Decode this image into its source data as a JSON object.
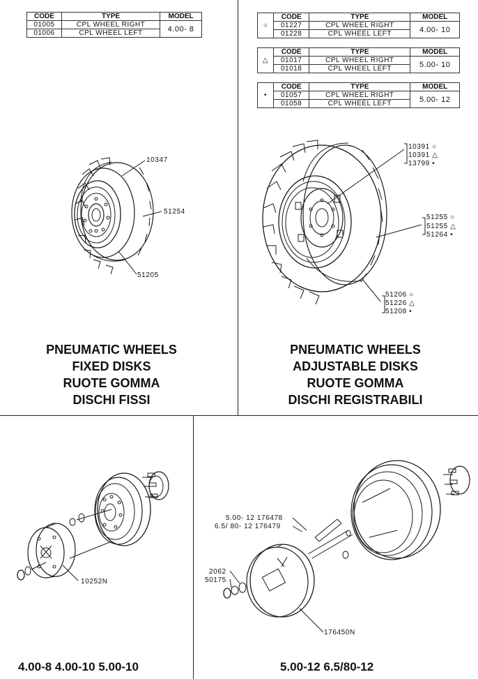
{
  "top_left_table": {
    "headers": [
      "CODE",
      "TYPE",
      "MODEL"
    ],
    "rows": [
      {
        "code": "01005",
        "type": "CPL  WHEEL  RIGHT"
      },
      {
        "code": "01006",
        "type": "CPL  WHEEL  LEFT"
      }
    ],
    "model": "4.00- 8"
  },
  "top_right_tables": [
    {
      "symbol": "○",
      "headers": [
        "CODE",
        "TYPE",
        "MODEL"
      ],
      "rows": [
        {
          "code": "01227",
          "type": "CPL  WHEEL  RIGHT"
        },
        {
          "code": "01228",
          "type": "CPL  WHEEL  LEFT"
        }
      ],
      "model": "4.00- 10"
    },
    {
      "symbol": "△",
      "headers": [
        "CODE",
        "TYPE",
        "MODEL"
      ],
      "rows": [
        {
          "code": "01017",
          "type": "CPL  WHEEL  RIGHT"
        },
        {
          "code": "01018",
          "type": "CPL  WHEEL  LEFT"
        }
      ],
      "model": "5.00- 10"
    },
    {
      "symbol": "•",
      "headers": [
        "CODE",
        "TYPE",
        "MODEL"
      ],
      "rows": [
        {
          "code": "01057",
          "type": "CPL  WHEEL  RIGHT"
        },
        {
          "code": "01058",
          "type": "CPL  WHEEL  LEFT"
        }
      ],
      "model": "5.00- 12"
    }
  ],
  "fixed_wheel_callouts": [
    "10347",
    "51254",
    "51205"
  ],
  "adjustable_wheel_callouts": {
    "hub": [
      "10391 ○",
      "10391 △",
      "13799 •"
    ],
    "tyre": [
      "51255 ○",
      "51255 △",
      "51264 •"
    ],
    "rim": [
      "51206 ○",
      "51226 △",
      "51208 •"
    ]
  },
  "fixed_heading": [
    "PNEUMATIC WHEELS",
    "FIXED DISKS",
    "RUOTE GOMMA",
    "DISCHI FISSI"
  ],
  "adjustable_heading": [
    "PNEUMATIC WHEELS",
    "ADJUSTABLE DISKS",
    "RUOTE GOMMA",
    "DISCHI REGISTRABILI"
  ],
  "weight_fixed_callout": "10252N",
  "weight_adjustable_callouts": {
    "shaft_a": "5.00- 12 176478",
    "shaft_b": "6.5/ 80- 12 176479",
    "washer": "2062",
    "nut": "50175",
    "disk": "176450N"
  },
  "bottom_left_caption": "4.00-8  4.00-10  5.00-10",
  "bottom_right_caption": "5.00-12  6.5/80-12"
}
